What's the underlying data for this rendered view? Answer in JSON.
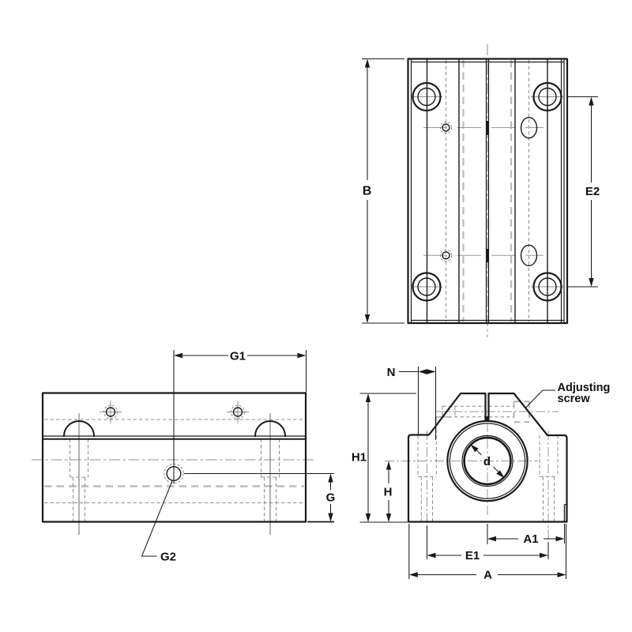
{
  "drawing": {
    "background": "#ffffff",
    "colors": {
      "outline": "#1a1a1a",
      "hidden_line": "#8c8c8c",
      "centerline": "#a8a8a8",
      "light_dash": "#bcbcbc"
    },
    "views": {
      "top_view": {
        "dims": {
          "B": "B",
          "E2": "E2"
        }
      },
      "side_view": {
        "dims": {
          "G1": "G1",
          "G": "G",
          "G2": "G2"
        }
      },
      "front_view": {
        "dims": {
          "N": "N",
          "H1": "H1",
          "H": "H",
          "A1": "A1",
          "E1": "E1",
          "A": "A",
          "d": "d"
        },
        "callout": {
          "line1": "Adjusting",
          "line2": "screw"
        }
      }
    }
  }
}
